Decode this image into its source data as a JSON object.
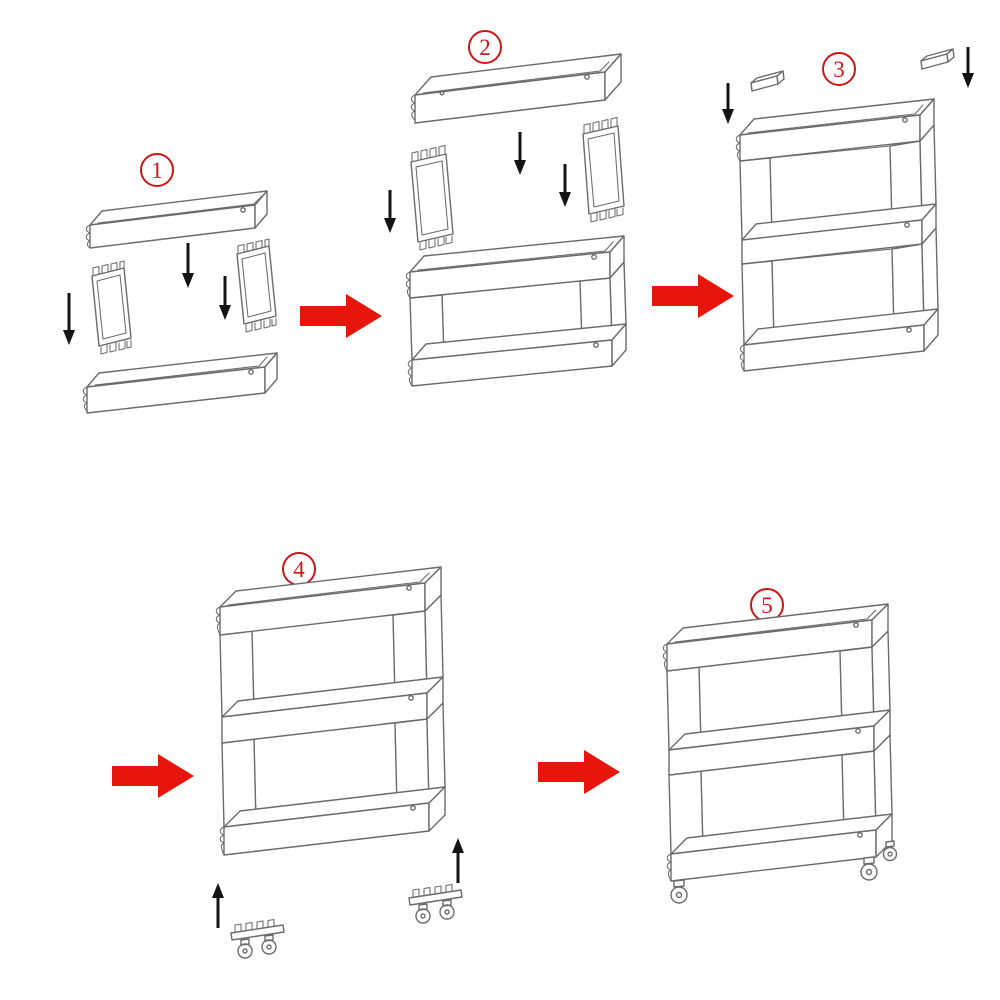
{
  "diagram": {
    "background": "#ffffff",
    "steps": [
      {
        "number": "1"
      },
      {
        "number": "2"
      },
      {
        "number": "3"
      },
      {
        "number": "4"
      },
      {
        "number": "5"
      }
    ]
  },
  "colors": {
    "step_number": "#cc1616",
    "transition_arrow": "#e8150c",
    "line_art": "#6b6b6b",
    "insert_arrow": "#141414",
    "canvas": "#ffffff"
  },
  "icons": {
    "transition_arrow": "right-arrow",
    "insert_arrow": "down-arrow",
    "attach_arrow": "up-arrow"
  }
}
